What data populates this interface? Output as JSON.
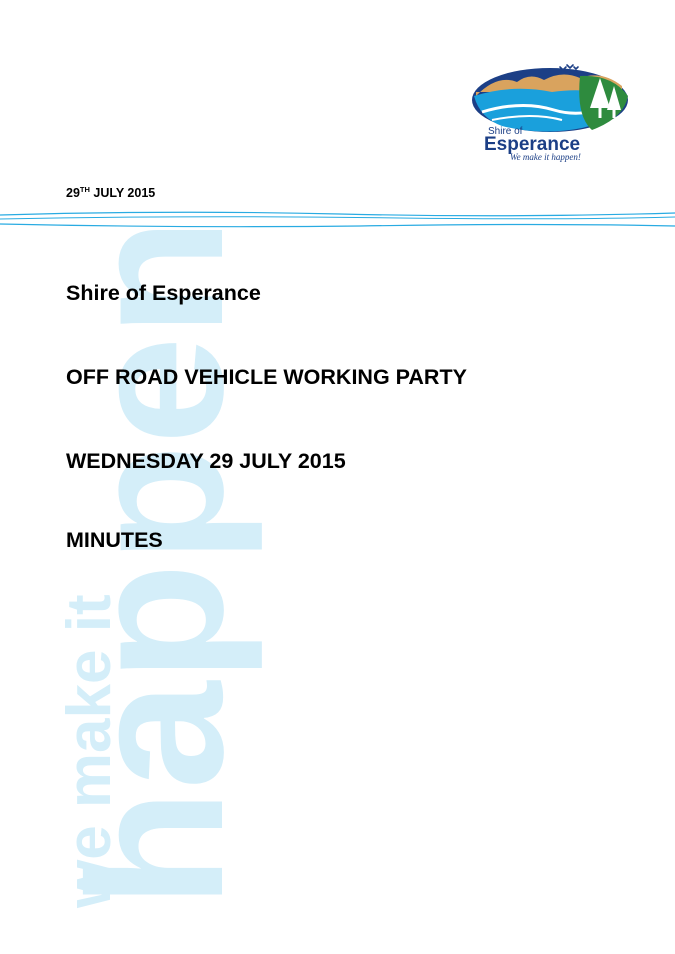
{
  "branding": {
    "watermark_line1": "we make it",
    "watermark_line2": "happen",
    "logo_shire_of": "Shire of",
    "logo_name": "Esperance",
    "logo_tagline": "We make it happen!"
  },
  "document": {
    "date_day": "29",
    "date_suffix": "TH",
    "date_rest": " JULY 2015",
    "organisation": "Shire of Esperance",
    "committee": "OFF ROAD VEHICLE WORKING PARTY",
    "meeting_date": "WEDNESDAY 29 JULY 2015",
    "doc_type": "MINUTES"
  },
  "colors": {
    "watermark": "#d4eef9",
    "rule": "#29abe2",
    "logo_navy": "#1c3f86",
    "logo_blue": "#1aa0dc",
    "logo_green": "#2e8b3e",
    "logo_sand": "#d9a35e"
  }
}
